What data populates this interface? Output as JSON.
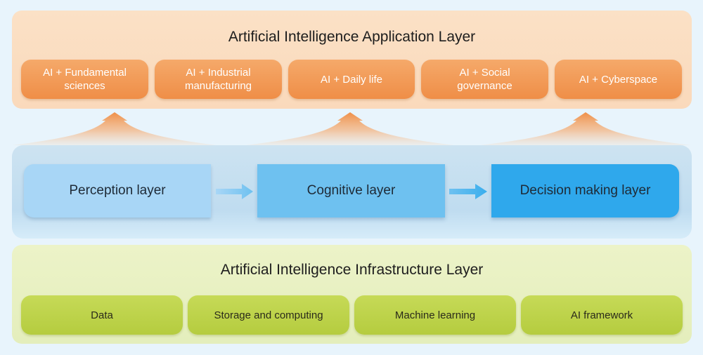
{
  "application_layer": {
    "title": "Artificial Intelligence Application Layer",
    "items": [
      {
        "label": "AI + Fundamental\nsciences"
      },
      {
        "label": "AI + Industrial\nmanufacturing"
      },
      {
        "label": "AI + Daily life"
      },
      {
        "label": "AI + Social\ngovernance"
      },
      {
        "label": "AI + Cyberspace"
      }
    ]
  },
  "core_layers": {
    "perception": "Perception layer",
    "cognitive": "Cognitive layer",
    "decision": "Decision making layer"
  },
  "infrastructure_layer": {
    "title": "Artificial Intelligence Infrastructure Layer",
    "items": [
      {
        "label": "Data"
      },
      {
        "label": "Storage and computing"
      },
      {
        "label": "Machine learning"
      },
      {
        "label": "AI framework"
      }
    ]
  },
  "colors": {
    "application": "#ef8e47",
    "perception": "#a8d6f6",
    "cognitive": "#6ec1f0",
    "decision": "#2fa8ec",
    "infrastructure": "#b5cc3f"
  }
}
